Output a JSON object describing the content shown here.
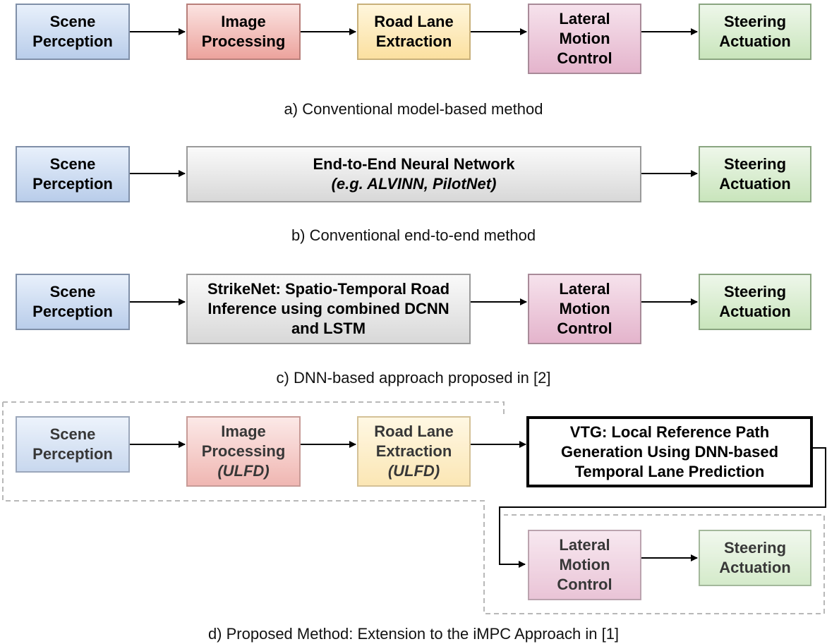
{
  "row_a": {
    "scene": [
      "Scene",
      "Perception"
    ],
    "image": [
      "Image",
      "Processing"
    ],
    "road": [
      "Road Lane",
      "Extraction"
    ],
    "lateral": [
      "Lateral",
      "Motion",
      "Control"
    ],
    "steering": [
      "Steering",
      "Actuation"
    ],
    "caption": "a) Conventional model-based method"
  },
  "row_b": {
    "scene": [
      "Scene",
      "Perception"
    ],
    "e2e": [
      "End-to-End Neural Network",
      "(e.g. ALVINN, PilotNet)"
    ],
    "steering": [
      "Steering",
      "Actuation"
    ],
    "caption": "b) Conventional end-to-end method"
  },
  "row_c": {
    "scene": [
      "Scene",
      "Perception"
    ],
    "strikenet": [
      "StrikeNet: Spatio-Temporal Road",
      "Inference using combined DCNN",
      "and LSTM"
    ],
    "lateral": [
      "Lateral",
      "Motion",
      "Control"
    ],
    "steering": [
      "Steering",
      "Actuation"
    ],
    "caption": "c) DNN-based approach proposed in [2]"
  },
  "row_d": {
    "scene": [
      "Scene",
      "Perception"
    ],
    "image": [
      "Image",
      "Processing",
      "(ULFD)"
    ],
    "road": [
      "Road Lane",
      "Extraction",
      "(ULFD)"
    ],
    "vtg": [
      "VTG: Local Reference Path",
      "Generation Using DNN-based",
      "Temporal Lane Prediction"
    ],
    "lateral": [
      "Lateral",
      "Motion",
      "Control"
    ],
    "steering": [
      "Steering",
      "Actuation"
    ],
    "caption": "d) Proposed Method: Extension to the iMPC Approach in [1]"
  }
}
